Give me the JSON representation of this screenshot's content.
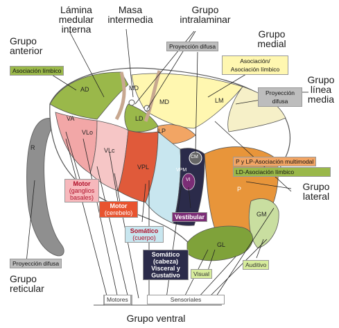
{
  "title": "Grupo ventral",
  "labels": {
    "lamina": "Lámina medular interna",
    "masa": "Masa intermedia",
    "intralaminar": "Grupo intralaminar",
    "anterior": "Grupo anterior",
    "medial": "Grupo medial",
    "linea_media": "Grupo línea media",
    "lateral": "Grupo lateral",
    "reticular": "Grupo reticular"
  },
  "boxes": {
    "proyeccion_difusa_top": "Proyección difusa",
    "asociacion_limbico_anterior": "Asociación límbico",
    "asociacion_medial": "Asociación/",
    "asociacion_limbico_medial": "Asociación límbico",
    "proyeccion_difusa_linea": "Proyección difusa",
    "p_lp": "P y LP-Asociación multimodal",
    "ld": "LD-Asociación límbico",
    "motor_ganglios_title": "Motor",
    "motor_ganglios_sub": "(ganglios basales)",
    "motor_cerebelo_title": "Motor",
    "motor_cerebelo_sub": "(cerebelo)",
    "somatico_title": "Somático",
    "somatico_sub": "(cuerpo)",
    "vestibular": "Vestibular",
    "somatico_cabeza": "Somático (cabeza) Visceral y Gustativo",
    "visual": "Visual",
    "auditivo": "Auditivo",
    "proyeccion_difusa_reticular": "Proyección difusa",
    "motores": "Motores",
    "sensoriales": "Sensoriales"
  },
  "regions": {
    "r": "R",
    "ad": "AD",
    "md1": "MD",
    "md2": "MD",
    "lm": "LM",
    "ld": "LD",
    "lp": "LP",
    "va": "VA",
    "vlo": "VLo",
    "vlc": "VLc",
    "vpl": "VPL",
    "vpm": "VPM",
    "vi": "VI",
    "cm": "CM",
    "p": "P",
    "gm": "GM",
    "gl": "GL"
  },
  "colors": {
    "green": "#9ab84a",
    "yellow": "#fff7b0",
    "orange": "#e8953a",
    "pink": "#f7b8bc",
    "red": "#e05a3a",
    "cyan": "#c8e6ef",
    "navy": "#2b2b4a",
    "purple": "#7b2d76",
    "gray": "#9a9a9a"
  }
}
